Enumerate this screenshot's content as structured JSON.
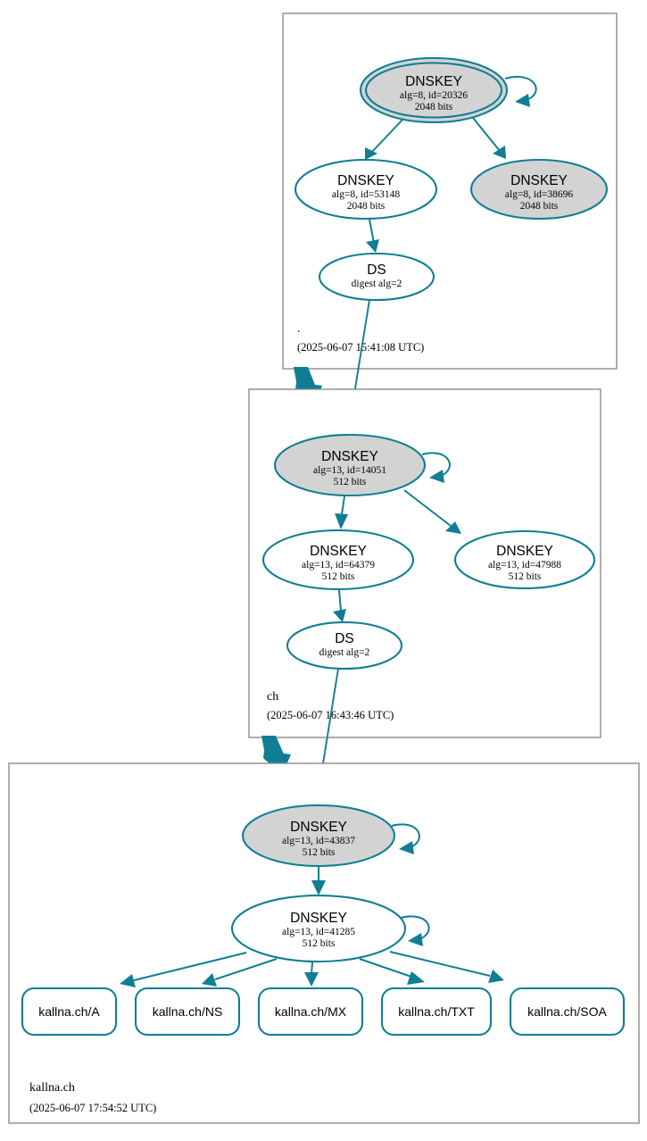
{
  "diagram": {
    "kind": "dnssec-authentication-chain",
    "colors": {
      "accent": "#0f7e94",
      "secure_key_fill": "#d3d3d3",
      "plain_fill": "#ffffff",
      "zone_border": "#8c8c8c",
      "text": "#000000"
    }
  },
  "zones": [
    {
      "id": "root",
      "name": ".",
      "timestamp": "(2025-06-07 15:41:08 UTC)",
      "nodes": [
        {
          "id": "root-ksk",
          "type": "DNSKEY",
          "title": "DNSKEY",
          "line2": "alg=8, id=20326",
          "line3": "2048 bits",
          "alg": "8",
          "key_id": "20326",
          "bits": "2048 bits",
          "trust_anchor": true,
          "filled": true,
          "self_signed": true
        },
        {
          "id": "root-zsk-53148",
          "type": "DNSKEY",
          "title": "DNSKEY",
          "line2": "alg=8, id=53148",
          "line3": "2048 bits",
          "alg": "8",
          "key_id": "53148",
          "bits": "2048 bits",
          "trust_anchor": false,
          "filled": false,
          "self_signed": false
        },
        {
          "id": "root-zsk-38696",
          "type": "DNSKEY",
          "title": "DNSKEY",
          "line2": "alg=8, id=38696",
          "line3": "2048 bits",
          "alg": "8",
          "key_id": "38696",
          "bits": "2048 bits",
          "trust_anchor": false,
          "filled": true,
          "self_signed": false
        },
        {
          "id": "root-ds",
          "type": "DS",
          "title": "DS",
          "line2": "digest alg=2",
          "line3": "",
          "digest_alg": "2",
          "filled": false
        }
      ]
    },
    {
      "id": "ch",
      "name": "ch",
      "timestamp": "(2025-06-07 16:43:46 UTC)",
      "nodes": [
        {
          "id": "ch-ksk",
          "type": "DNSKEY",
          "title": "DNSKEY",
          "line2": "alg=13, id=14051",
          "line3": "512 bits",
          "alg": "13",
          "key_id": "14051",
          "bits": "512 bits",
          "trust_anchor": false,
          "filled": true,
          "self_signed": true
        },
        {
          "id": "ch-zsk-64379",
          "type": "DNSKEY",
          "title": "DNSKEY",
          "line2": "alg=13, id=64379",
          "line3": "512 bits",
          "alg": "13",
          "key_id": "64379",
          "bits": "512 bits",
          "trust_anchor": false,
          "filled": false,
          "self_signed": false
        },
        {
          "id": "ch-zsk-47988",
          "type": "DNSKEY",
          "title": "DNSKEY",
          "line2": "alg=13, id=47988",
          "line3": "512 bits",
          "alg": "13",
          "key_id": "47988",
          "bits": "512 bits",
          "trust_anchor": false,
          "filled": false,
          "self_signed": false
        },
        {
          "id": "ch-ds",
          "type": "DS",
          "title": "DS",
          "line2": "digest alg=2",
          "line3": "",
          "digest_alg": "2",
          "filled": false
        }
      ]
    },
    {
      "id": "kallna",
      "name": "kallna.ch",
      "timestamp": "(2025-06-07 17:54:52 UTC)",
      "nodes": [
        {
          "id": "kallna-ksk",
          "type": "DNSKEY",
          "title": "DNSKEY",
          "line2": "alg=13, id=43837",
          "line3": "512 bits",
          "alg": "13",
          "key_id": "43837",
          "bits": "512 bits",
          "trust_anchor": false,
          "filled": true,
          "self_signed": true
        },
        {
          "id": "kallna-zsk",
          "type": "DNSKEY",
          "title": "DNSKEY",
          "line2": "alg=13, id=41285",
          "line3": "512 bits",
          "alg": "13",
          "key_id": "41285",
          "bits": "512 bits",
          "trust_anchor": false,
          "filled": false,
          "self_signed": true
        }
      ],
      "rrsets": [
        {
          "id": "rr-a",
          "label": "kallna.ch/A"
        },
        {
          "id": "rr-ns",
          "label": "kallna.ch/NS"
        },
        {
          "id": "rr-mx",
          "label": "kallna.ch/MX"
        },
        {
          "id": "rr-txt",
          "label": "kallna.ch/TXT"
        },
        {
          "id": "rr-soa",
          "label": "kallna.ch/SOA"
        }
      ]
    }
  ]
}
